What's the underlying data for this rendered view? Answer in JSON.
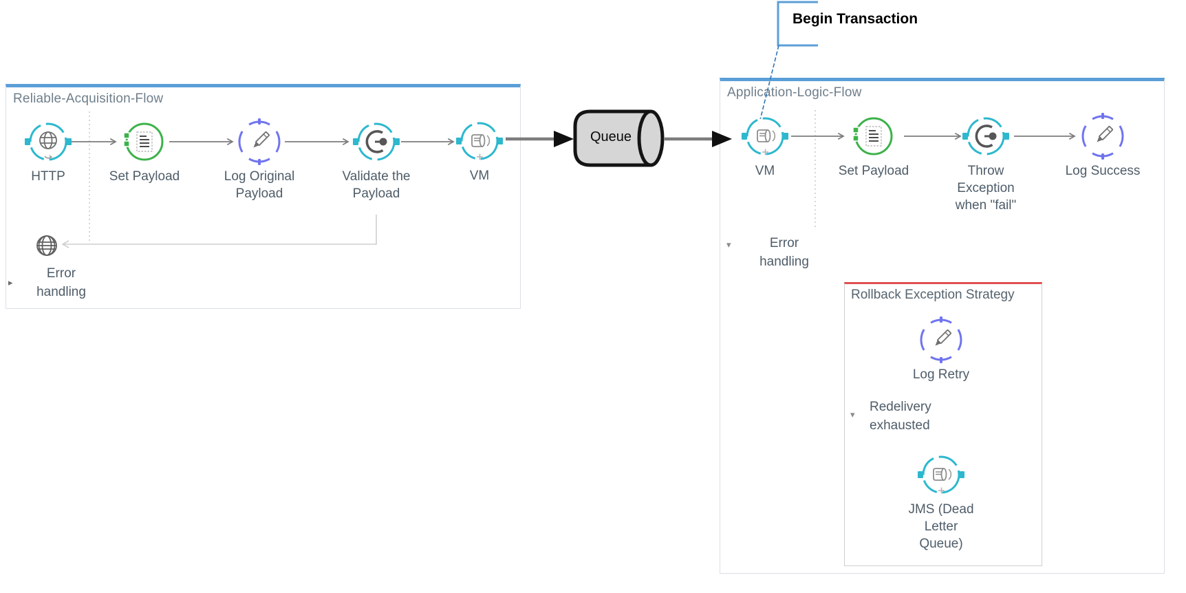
{
  "left_flow": {
    "title": "Reliable-Acquisition-Flow",
    "nodes": [
      {
        "label": "HTTP",
        "icon": "globe-connector-icon"
      },
      {
        "label": "Set Payload",
        "icon": "set-payload-icon"
      },
      {
        "label": "Log Original\nPayload",
        "icon": "logger-pencil-icon"
      },
      {
        "label": "Validate the\nPayload",
        "icon": "validate-icon"
      },
      {
        "label": "VM",
        "icon": "vm-queue-icon"
      }
    ],
    "error_handling_label": "Error\nhandling",
    "collapse_marker": "▸"
  },
  "queue": {
    "label": "Queue"
  },
  "callout": {
    "label": "Begin Transaction"
  },
  "right_flow": {
    "title": "Application-Logic-Flow",
    "nodes": [
      {
        "label": "VM",
        "icon": "vm-queue-icon"
      },
      {
        "label": "Set Payload",
        "icon": "set-payload-icon"
      },
      {
        "label": "Throw\nException\nwhen \"fail\"",
        "icon": "throw-exception-icon"
      },
      {
        "label": "Log Success",
        "icon": "logger-pencil-icon"
      }
    ],
    "error_handling_label": "Error\nhandling",
    "expand_marker": "▾",
    "rollback": {
      "title": "Rollback Exception Strategy",
      "log_retry_label": "Log Retry",
      "redelivery_label": "Redelivery\nexhausted",
      "redelivery_marker": "▾",
      "jms_label": "JMS (Dead\nLetter\nQueue)"
    }
  },
  "colors": {
    "flow_border_blue": "#5b9fd8",
    "connector_cyan": "#2db8ce",
    "transformer_green": "#3cb24a",
    "logger_purple": "#6f74ee",
    "rollback_red": "#e05050",
    "callout_blue": "#2e75b6",
    "queue_fill": "#d6d6d6"
  }
}
